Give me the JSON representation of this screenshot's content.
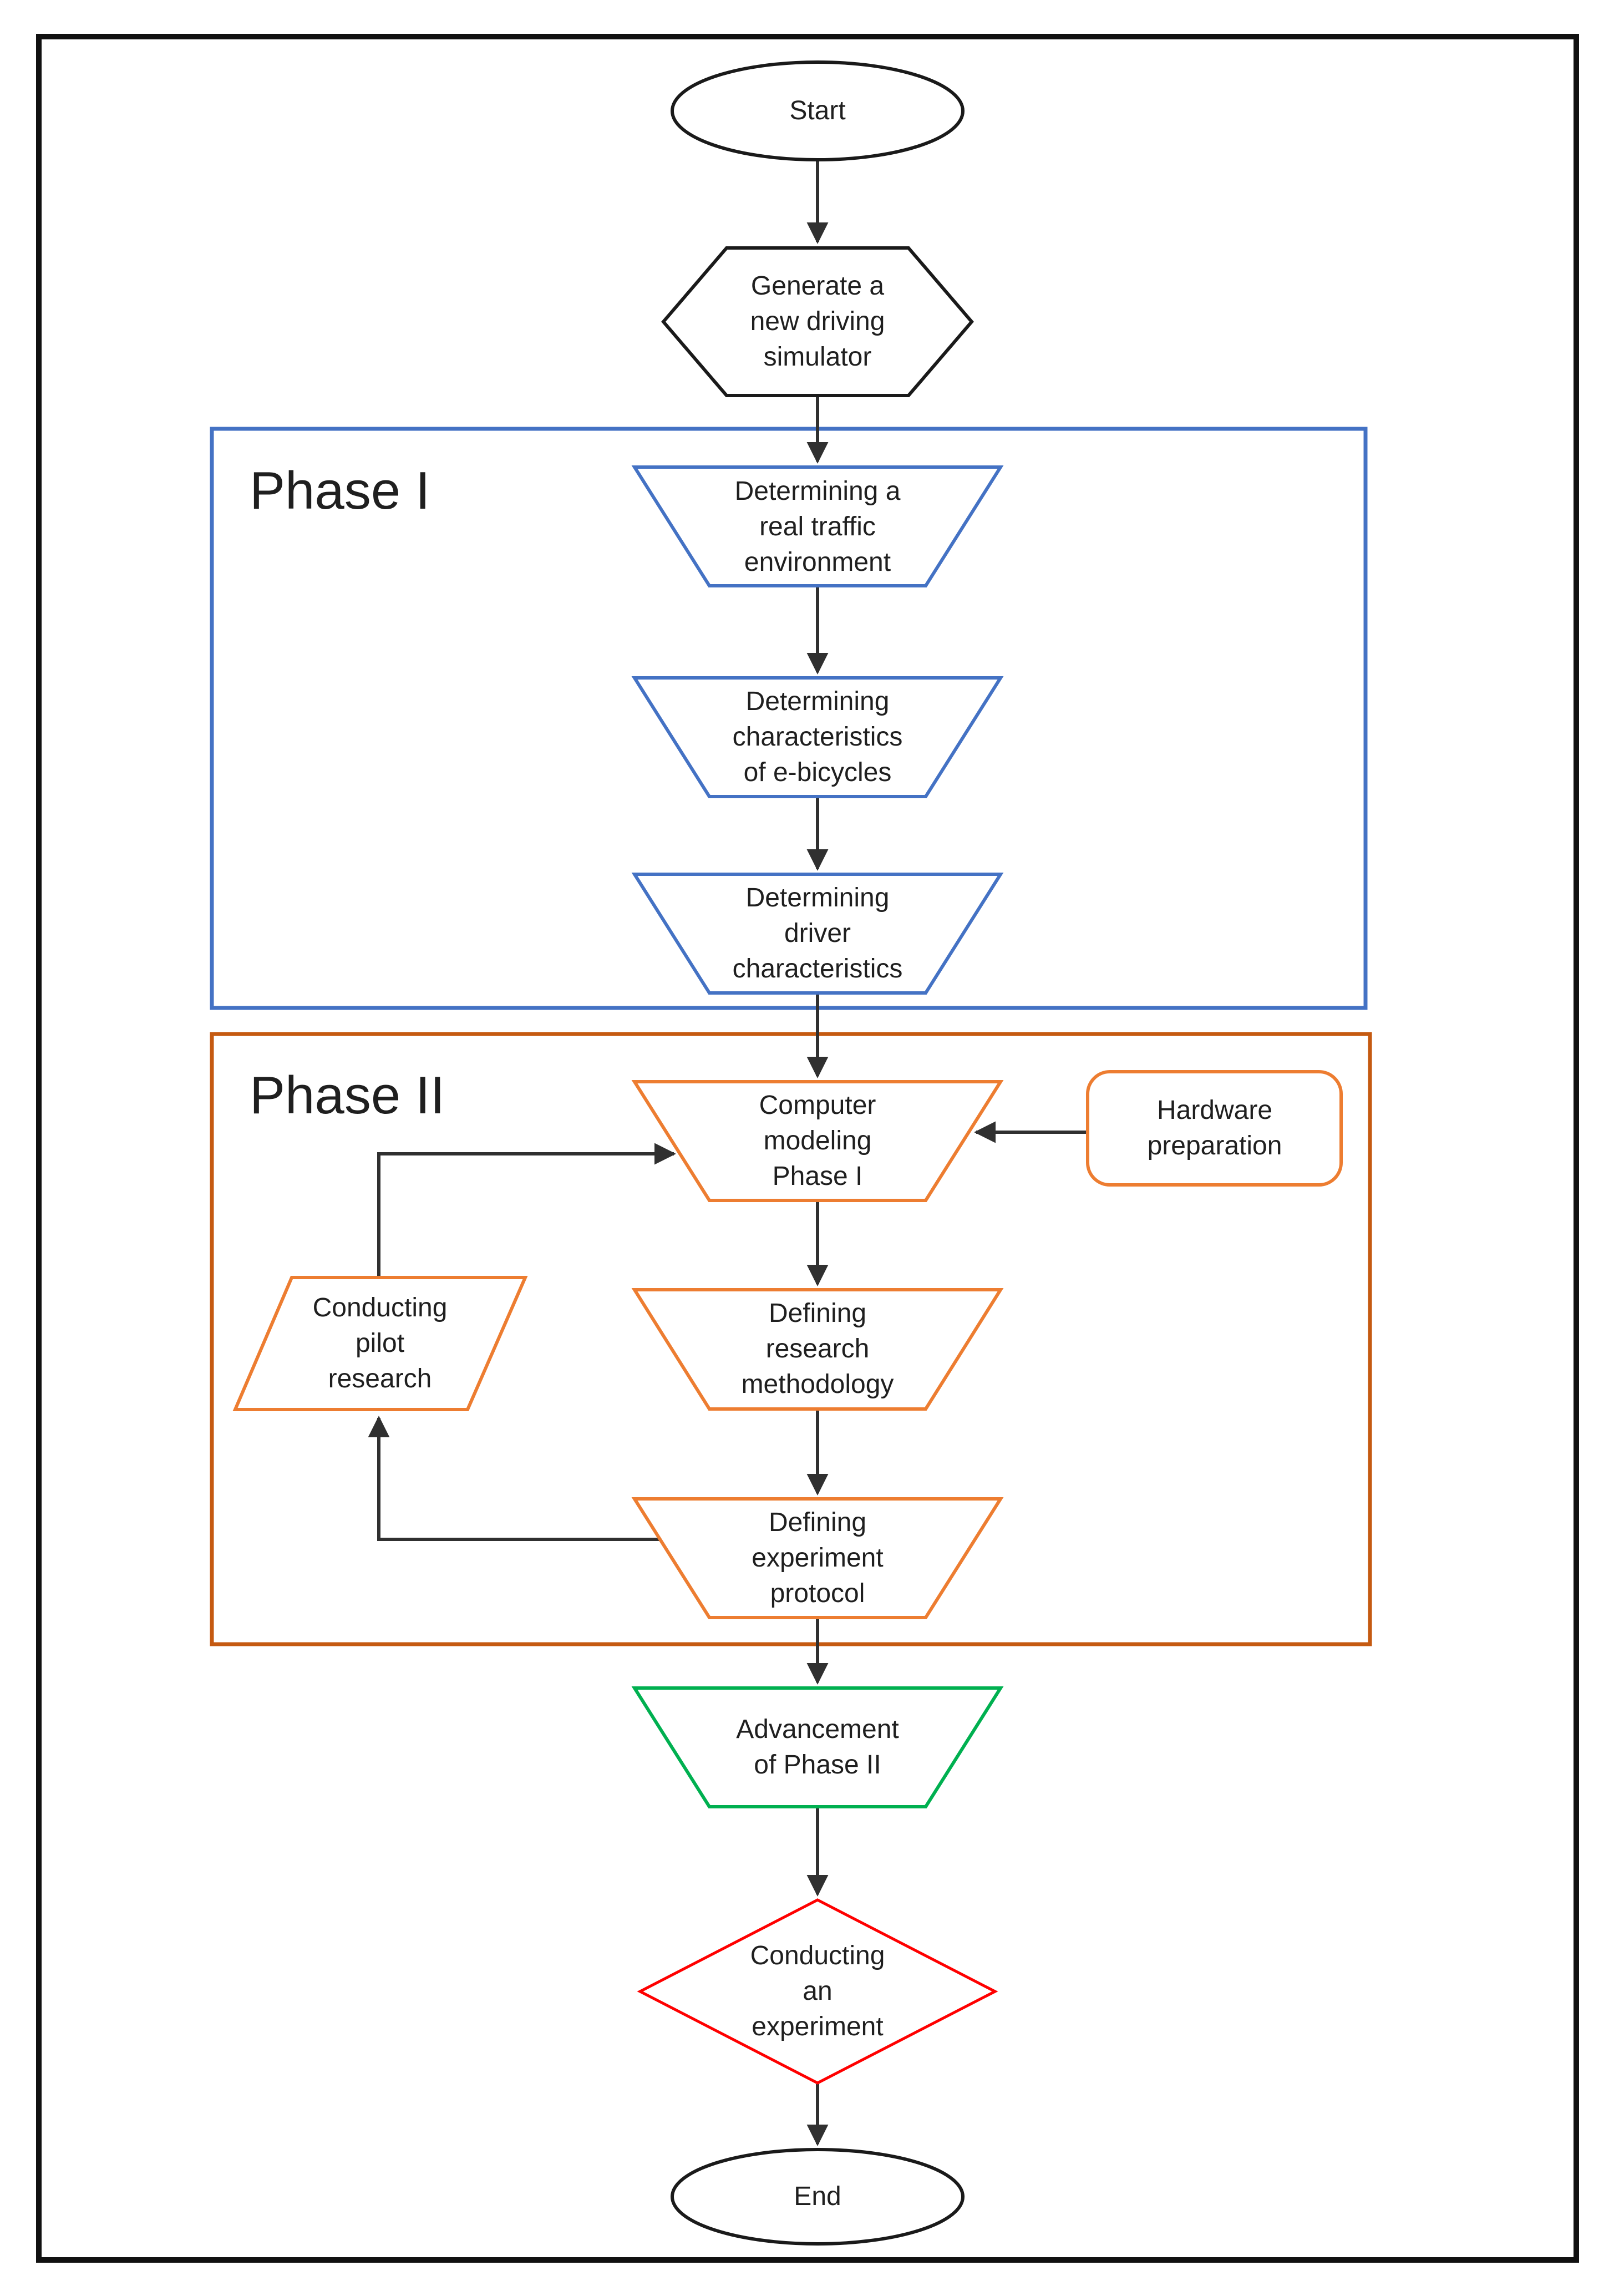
{
  "figure": {
    "type": "flowchart",
    "phases": {
      "phase1": {
        "label": "Phase I",
        "border_color": "#4472C4"
      },
      "phase2": {
        "label": "Phase II",
        "border_color": "#C55A11"
      }
    },
    "nodes": {
      "start": {
        "label": "Start",
        "shape": "ellipse",
        "color": "#1a1a1a"
      },
      "generate_simulator": {
        "label": "Generate a\nnew driving\nsimulator",
        "shape": "hexagon",
        "color": "#1a1a1a"
      },
      "real_traffic": {
        "label": "Determining a\nreal traffic\nenvironment",
        "shape": "trapezoid",
        "color": "#4472C4"
      },
      "ebicycle_characteristics": {
        "label": "Determining\ncharacteristics\nof e-bicycles",
        "shape": "trapezoid",
        "color": "#4472C4"
      },
      "driver_characteristics": {
        "label": "Determining\ndriver\ncharacteristics",
        "shape": "trapezoid",
        "color": "#4472C4"
      },
      "computer_modeling": {
        "label": "Computer\nmodeling\nPhase I",
        "shape": "trapezoid",
        "color": "#ED7D31"
      },
      "hardware_preparation": {
        "label": "Hardware\npreparation",
        "shape": "rounded-rectangle",
        "color": "#ED7D31"
      },
      "research_methodology": {
        "label": "Defining\nresearch\nmethodology",
        "shape": "trapezoid",
        "color": "#ED7D31"
      },
      "pilot_research": {
        "label": "Conducting\npilot\nresearch",
        "shape": "parallelogram",
        "color": "#ED7D31"
      },
      "experiment_protocol": {
        "label": "Defining\nexperiment\nprotocol",
        "shape": "trapezoid",
        "color": "#ED7D31"
      },
      "advancement": {
        "label": "Advancement\nof Phase II",
        "shape": "trapezoid",
        "color": "#00B050"
      },
      "conduct_experiment": {
        "label": "Conducting\nan\nexperiment",
        "shape": "diamond",
        "color": "#FF0000"
      },
      "end": {
        "label": "End",
        "shape": "ellipse",
        "color": "#1a1a1a"
      }
    },
    "colors": {
      "background": "#FFFFFF",
      "frame": "#111111",
      "connector": "#303030",
      "text": "#1F1F1F"
    }
  }
}
